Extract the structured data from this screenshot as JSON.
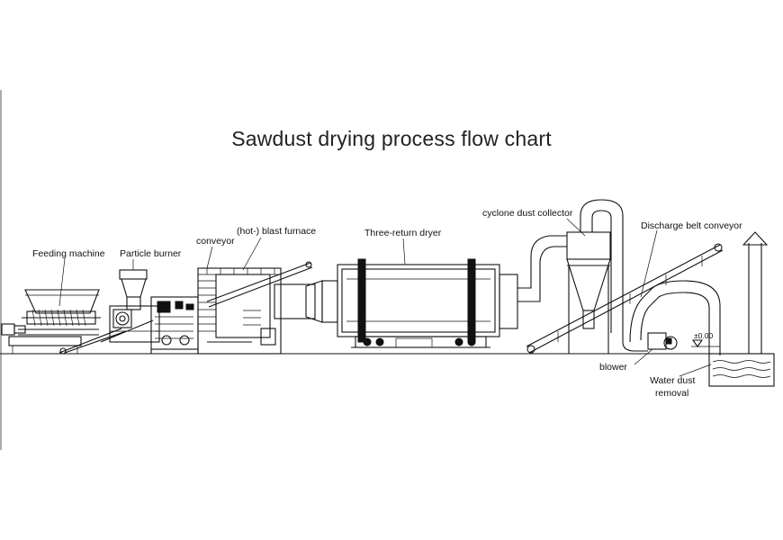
{
  "diagram": {
    "title": "Sawdust drying process flow chart",
    "labels": {
      "feeding_machine": "Feeding machine",
      "particle_burner": "Particle burner",
      "conveyor": "conveyor",
      "blast_furnace": "(hot-) blast furnace",
      "dryer": "Three-return dryer",
      "cyclone": "cyclone dust collector",
      "discharge_conveyor": "Discharge belt conveyor",
      "blower": "blower",
      "water_dust_line1": "Water dust",
      "water_dust_line2": "removal",
      "level_mark": "±0.00"
    }
  }
}
